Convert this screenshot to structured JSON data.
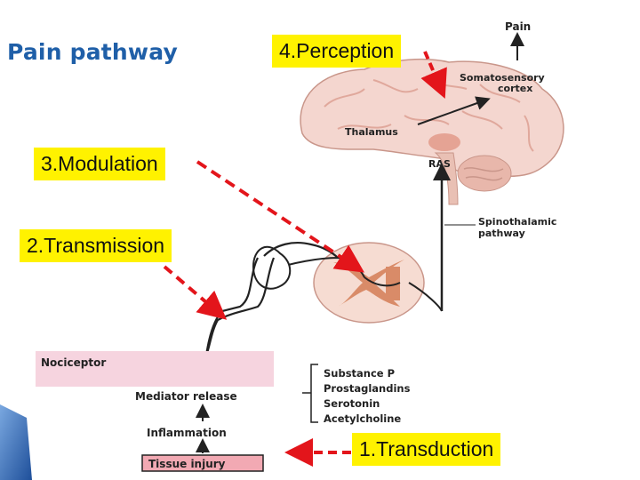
{
  "title": "Pain pathway",
  "stages": {
    "perception": "4.Perception",
    "modulation": "3.Modulation",
    "transmission": "2.Transmission",
    "transduction": "1.Transduction"
  },
  "diagram_labels": {
    "pain": "Pain",
    "somatosensory_line1": "Somatosensory",
    "somatosensory_line2": "cortex",
    "thalamus": "Thalamus",
    "ras": "RAS",
    "spinothalamic_line1": "Spinothalamic",
    "spinothalamic_line2": "pathway",
    "nociceptor": "Nociceptor",
    "mediator_release": "Mediator release",
    "inflammation": "Inflammation",
    "tissue_injury": "Tissue injury"
  },
  "mediators": [
    "Substance P",
    "Prostaglandins",
    "Serotonin",
    "Acetylcholine"
  ],
  "colors": {
    "title": "#1f5fa8",
    "label_bg": "#fff200",
    "arrow_red": "#e3151b",
    "brain": "#f4d6cf",
    "brain_fold": "#e0a89c",
    "spinal_gray": "#d98b68",
    "skin": "#f6d4df",
    "tissue_box": "#f2a9b3"
  }
}
